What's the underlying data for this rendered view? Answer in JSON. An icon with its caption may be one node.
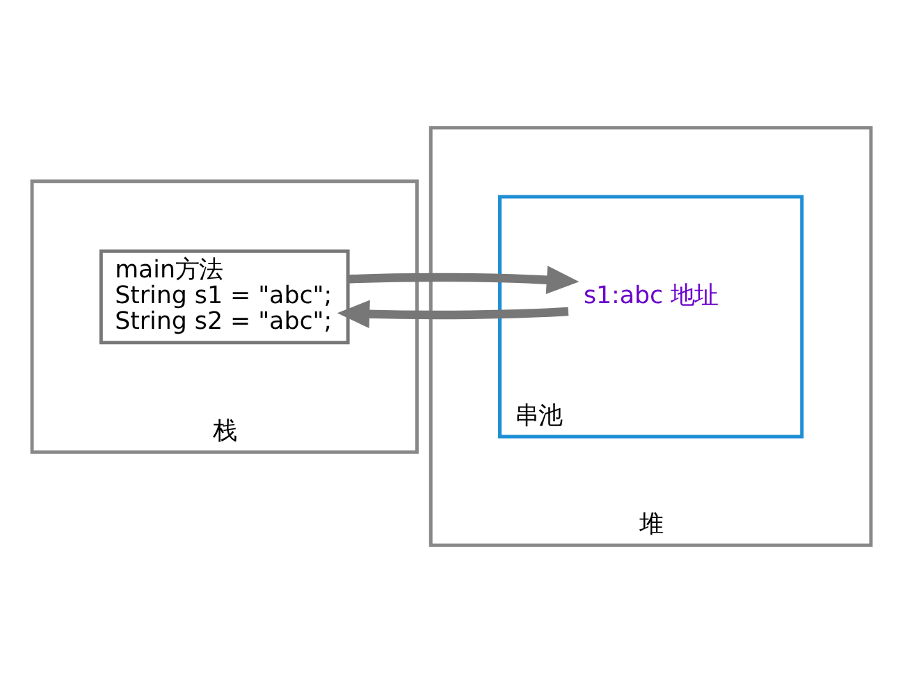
{
  "diagram": {
    "nodes": [
      {
        "text": [],
        "shape": "box",
        "beside": [
          "栈"
        ]
      },
      {
        "text": [
          "main方法",
          "String s1 = \"abc\";",
          "String s2 = \"abc\";"
        ],
        "in": 0
      },
      {
        "text": [],
        "shape": "box",
        "beside": [
          "堆"
        ]
      },
      {
        "text": [
          "串池"
        ],
        "in": 2
      },
      {
        "text": [
          "s1:abc 地址"
        ],
        "in": 3
      }
    ],
    "edges": [
      {
        "from": 4,
        "to": 1,
        "arrow": "to"
      },
      {
        "from": 1,
        "to": 4,
        "arrow": "to"
      }
    ]
  }
}
